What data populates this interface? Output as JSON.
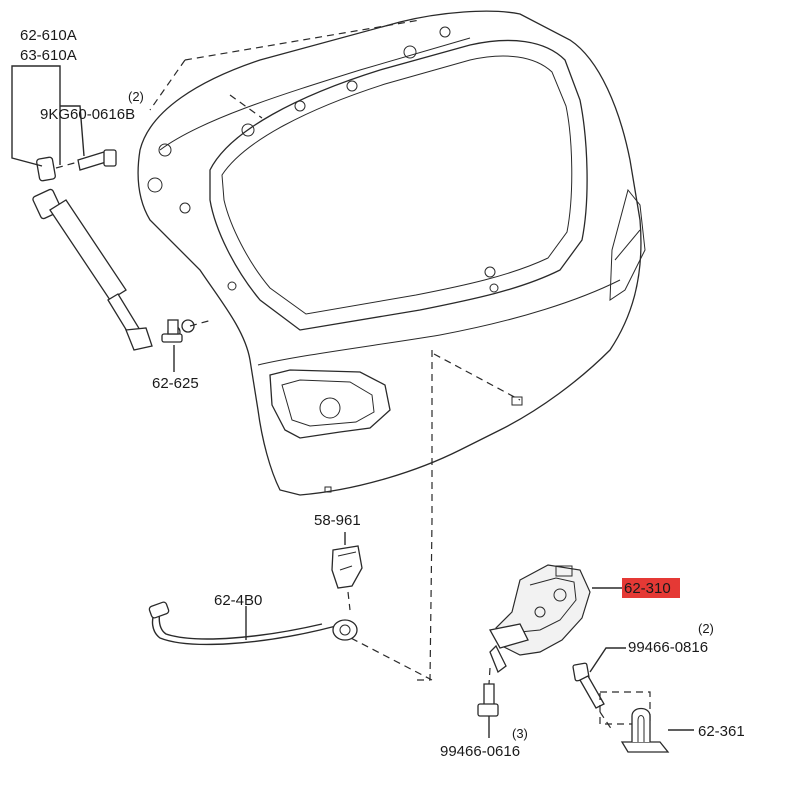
{
  "diagram": {
    "labels": {
      "strut_a": "62-610A",
      "strut_b": "63-610A",
      "strut_bolt_qty": "(2)",
      "strut_bolt": "9KG60-0616B",
      "ball_stud": "62-625",
      "cover": "58-961",
      "harness": "62-4B0",
      "latch": "62-310",
      "latch_bolt_qty": "(2)",
      "latch_bolt": "99466-0816",
      "lower_bolt_qty": "(3)",
      "lower_bolt": "99466-0616",
      "striker": "62-361"
    },
    "highlight_color": "#e53935"
  }
}
